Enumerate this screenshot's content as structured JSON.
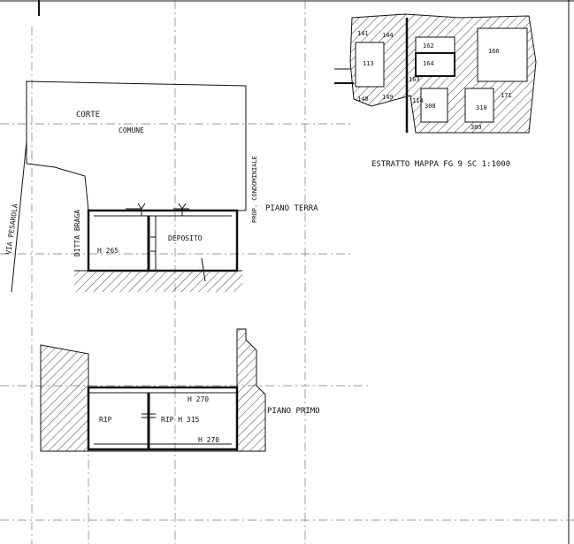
{
  "map": {
    "caption": "ESTRATTO MAPPA FG 9 SC 1:1000",
    "parcels": [
      "141",
      "144",
      "162",
      "166",
      "113",
      "164",
      "163",
      "171",
      "149",
      "114",
      "308",
      "310",
      "309",
      "148"
    ]
  },
  "site": {
    "street": "VIA PESAROLA",
    "courtyard_line1": "CORTE",
    "courtyard_line2": "COMUNE",
    "neighbor_left": "DITTA BRAGA",
    "neighbor_right": "PROP. CONDOMINIALE"
  },
  "ground_floor": {
    "title": "PIANO TERRA",
    "room": "DEPOSITO",
    "height": "H 265"
  },
  "first_floor": {
    "title": "PIANO PRIMO",
    "room_left": "RIP",
    "room_right": "RIP H 315",
    "height_top": "H 270",
    "height_bottom": "H 270"
  },
  "colors": {
    "ink": "#111111",
    "paper": "#ffffff"
  }
}
